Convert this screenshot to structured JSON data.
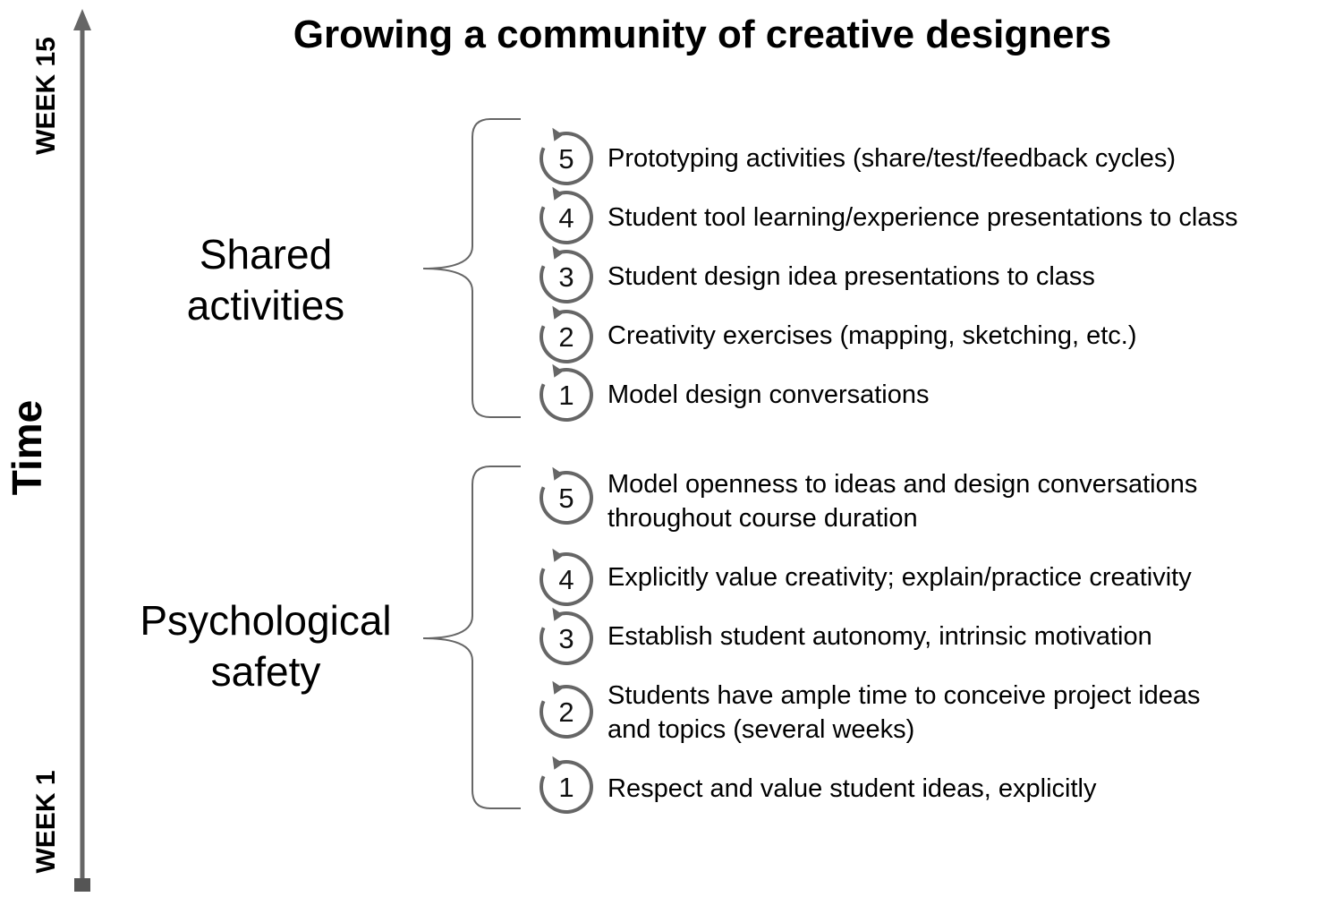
{
  "title": "Growing a community of creative designers",
  "axis": {
    "label": "Time",
    "top_label": "WEEK 15",
    "bottom_label": "WEEK 1"
  },
  "colors": {
    "axis": "#666666",
    "brace": "#666666",
    "icon_ring": "#666666",
    "text": "#000000"
  },
  "groups": [
    {
      "label_lines": [
        "Shared",
        "activities"
      ],
      "items": [
        {
          "step": "5",
          "lines": [
            "Prototyping activities (share/test/feedback cycles)"
          ]
        },
        {
          "step": "4",
          "lines": [
            "Student tool learning/experience presentations to class"
          ]
        },
        {
          "step": "3",
          "lines": [
            "Student design idea presentations to class"
          ]
        },
        {
          "step": "2",
          "lines": [
            "Creativity exercises (mapping, sketching, etc.)"
          ]
        },
        {
          "step": "1",
          "lines": [
            "Model design conversations"
          ]
        }
      ]
    },
    {
      "label_lines": [
        "Psychological",
        "safety"
      ],
      "items": [
        {
          "step": "5",
          "lines": [
            "Model openness to ideas and design conversations",
            "throughout course duration"
          ]
        },
        {
          "step": "4",
          "lines": [
            "Explicitly value creativity; explain/practice creativity"
          ]
        },
        {
          "step": "3",
          "lines": [
            "Establish student autonomy, intrinsic motivation"
          ]
        },
        {
          "step": "2",
          "lines": [
            "Students have ample time to conceive project ideas",
            "and topics (several weeks)"
          ]
        },
        {
          "step": "1",
          "lines": [
            "Respect and value student ideas, explicitly"
          ]
        }
      ]
    }
  ]
}
